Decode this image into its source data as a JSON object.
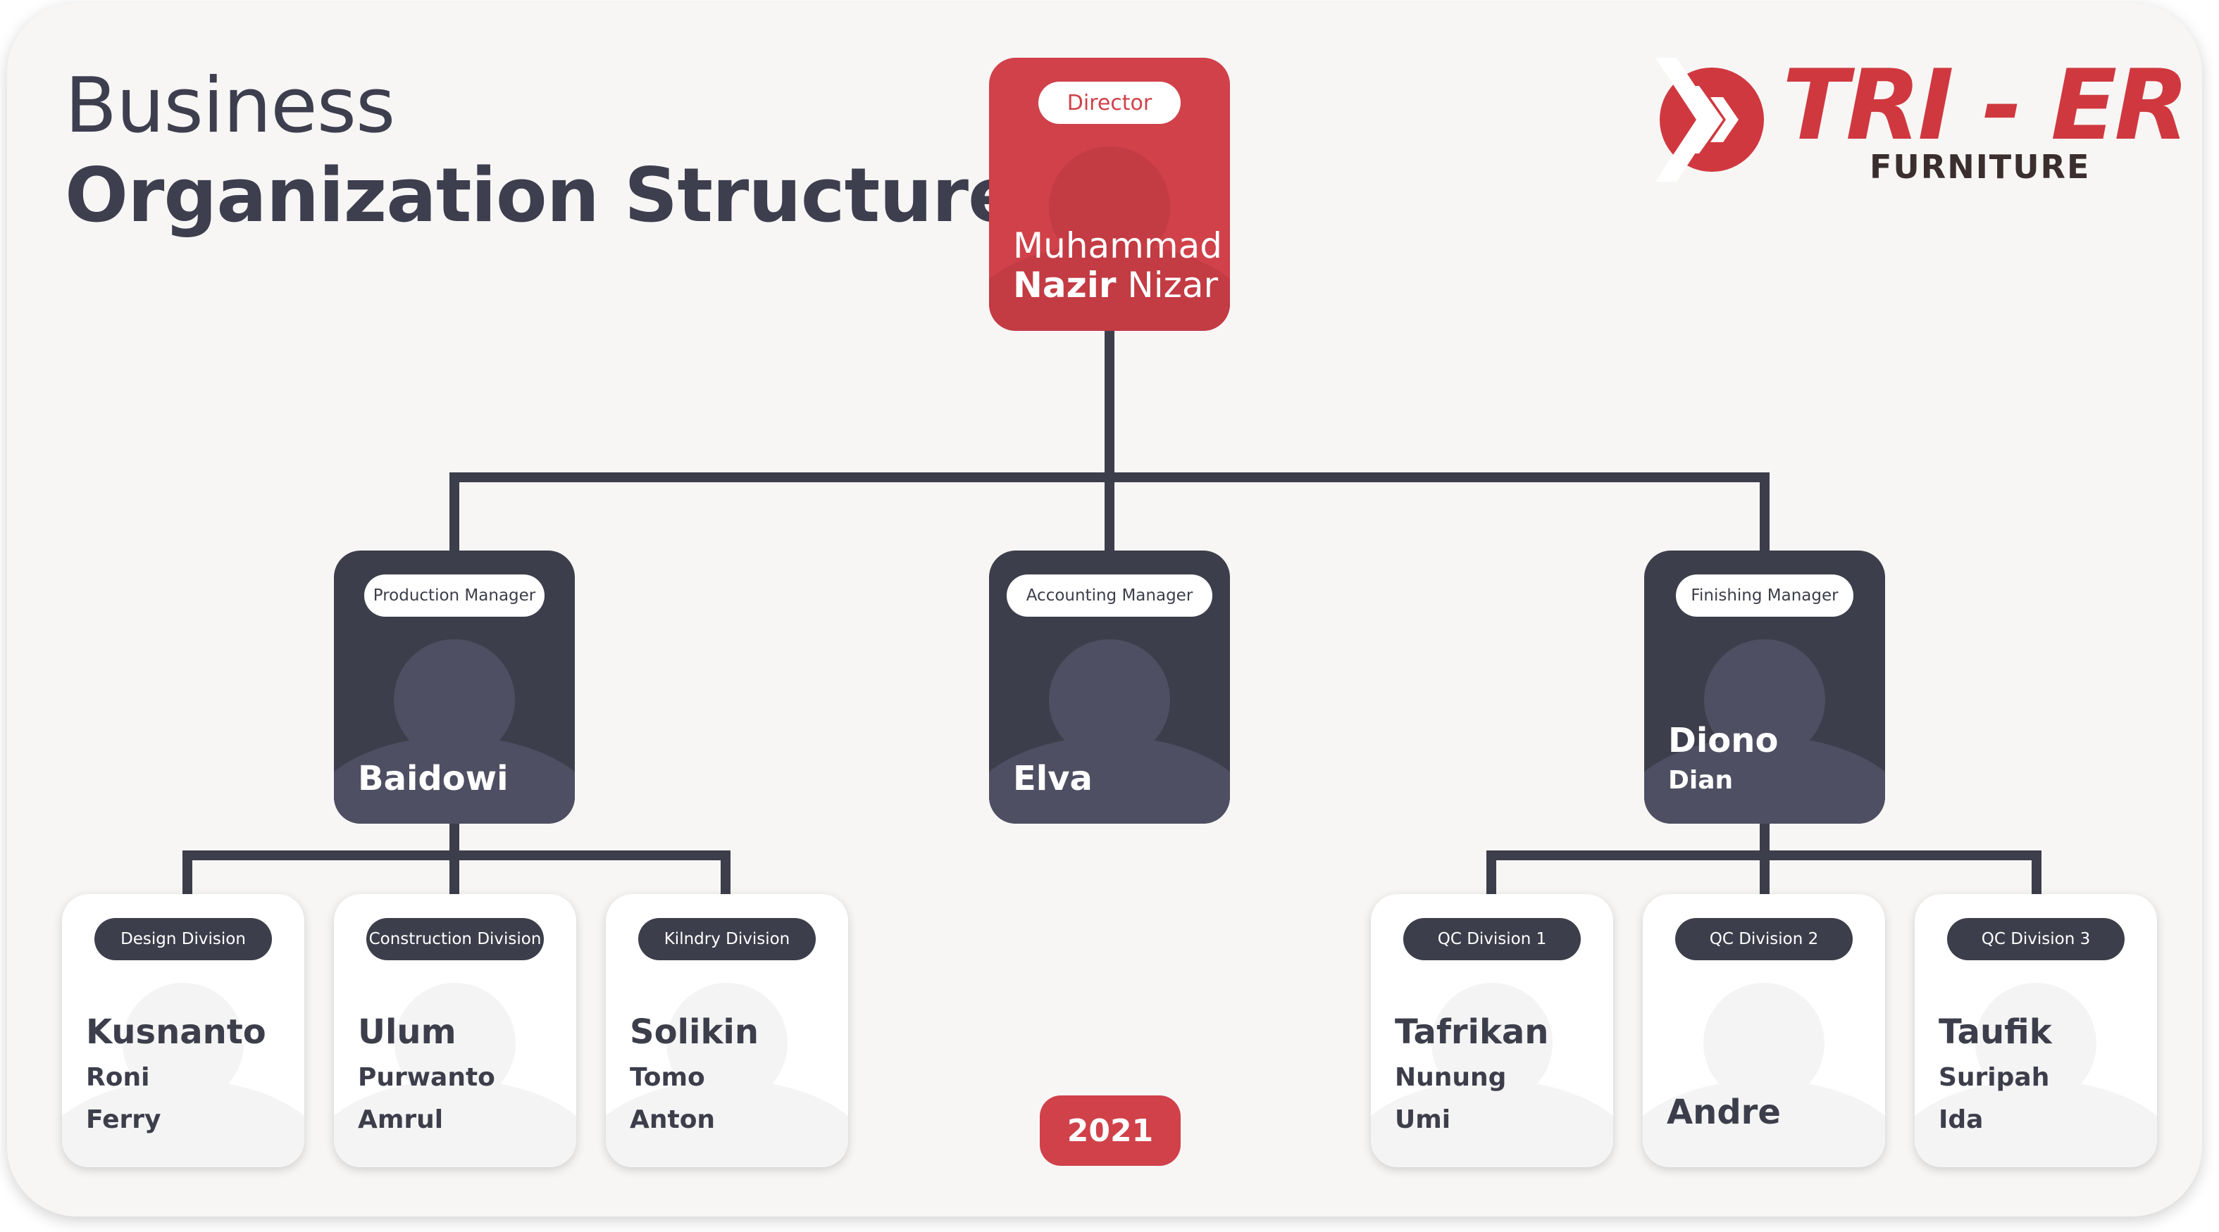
{
  "title": {
    "line1": "Business",
    "line2": "Organization Structure"
  },
  "logo": {
    "name": "TRI - ER",
    "subtitle": "FURNITURE",
    "icon": "chevron-arrows-icon",
    "color": "#d0383f"
  },
  "colors": {
    "accent": "#d0414a",
    "dark": "#3d3e4b",
    "light": "#ffffff",
    "background": "#f7f6f5"
  },
  "director": {
    "role": "Director",
    "name_first": "Muhammad",
    "name_bold": "Nazir",
    "name_last": " Nizar"
  },
  "managers": [
    {
      "role": "Production Manager",
      "name": "Baidowi",
      "sub": ""
    },
    {
      "role": "Accounting Manager",
      "name": "Elva",
      "sub": ""
    },
    {
      "role": "Finishing Manager",
      "name": "Diono",
      "sub": "Dian"
    }
  ],
  "divisions": [
    {
      "role": "Design Division",
      "name": "Kusnanto",
      "members": [
        "Roni",
        "Ferry"
      ]
    },
    {
      "role": "Construction Division",
      "name": "Ulum",
      "members": [
        "Purwanto",
        "Amrul"
      ]
    },
    {
      "role": "Kilndry Division",
      "name": "Solikin",
      "members": [
        "Tomo",
        "Anton"
      ]
    },
    {
      "role": "QC Division 1",
      "name": "Tafrikan",
      "members": [
        "Nunung",
        "Umi"
      ]
    },
    {
      "role": "QC Division 2",
      "name": "Andre",
      "members": []
    },
    {
      "role": "QC Division 3",
      "name": "Taufik",
      "members": [
        "Suripah",
        "Ida"
      ]
    }
  ],
  "year": "2021"
}
